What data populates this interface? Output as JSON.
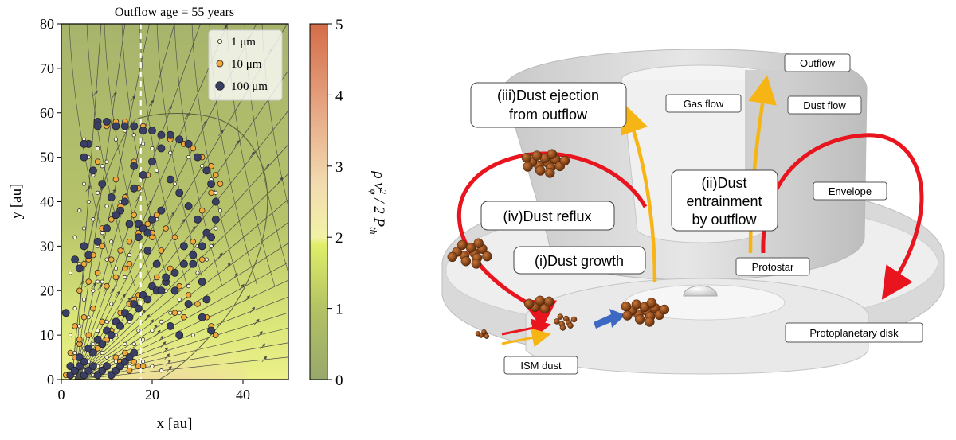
{
  "chart_data": {
    "type": "scatter",
    "title": "Outflow age = 55 years",
    "xlabel": "x [au]",
    "ylabel": "y [au]",
    "xlim": [
      0,
      50
    ],
    "ylim": [
      0,
      80
    ],
    "xticks": [
      "0",
      "20",
      "40"
    ],
    "yticks": [
      "0",
      "10",
      "20",
      "30",
      "40",
      "50",
      "60",
      "70",
      "80"
    ],
    "grid": false,
    "legend_position": "top-right",
    "dashed_line_x": 17.5,
    "series": [
      {
        "name": "1 μm",
        "color": "#fff8e0",
        "size": "small",
        "x": [
          1,
          2,
          3,
          4,
          5,
          6,
          7,
          8,
          9,
          10,
          11,
          12,
          3,
          5,
          7,
          9,
          11,
          13,
          15,
          2,
          4,
          6,
          8,
          10,
          12,
          14,
          16,
          18,
          20,
          22,
          3,
          5,
          7,
          9,
          11,
          13,
          15,
          17,
          2,
          4,
          6,
          8,
          10,
          12,
          14,
          3,
          5,
          7,
          9,
          11,
          4,
          6,
          8,
          10,
          5,
          7,
          9,
          6,
          8,
          10,
          12,
          14,
          16,
          18,
          20,
          24,
          28,
          31,
          33,
          34,
          35,
          34,
          33,
          32,
          30,
          28,
          26,
          24,
          22,
          20,
          18,
          16,
          14,
          12,
          10,
          5,
          15,
          25,
          30,
          19,
          21,
          23,
          26,
          29,
          8,
          13,
          17,
          21
        ],
        "y": [
          1,
          2,
          1,
          3,
          2,
          4,
          1,
          3,
          2,
          5,
          1,
          2,
          6,
          7,
          8,
          6,
          9,
          4,
          3,
          10,
          12,
          14,
          11,
          13,
          10,
          8,
          6,
          4,
          3,
          2,
          16,
          18,
          20,
          22,
          17,
          15,
          13,
          11,
          24,
          26,
          28,
          30,
          27,
          25,
          23,
          32,
          34,
          36,
          33,
          31,
          38,
          40,
          42,
          39,
          44,
          46,
          48,
          50,
          52,
          49,
          54,
          56,
          55,
          53,
          52,
          51,
          50,
          48,
          45,
          42,
          38,
          34,
          30,
          27,
          24,
          21,
          18,
          15,
          13,
          11,
          9,
          8,
          6,
          4,
          3,
          54,
          28,
          44,
          30,
          35,
          36,
          20,
          15,
          10,
          22,
          40,
          33,
          47
        ]
      },
      {
        "name": "10 μm",
        "color": "#f2a73b",
        "size": "medium",
        "x": [
          1,
          3,
          5,
          7,
          9,
          11,
          13,
          15,
          17,
          2,
          4,
          6,
          8,
          10,
          12,
          14,
          16,
          18,
          3,
          5,
          7,
          9,
          11,
          13,
          15,
          17,
          4,
          6,
          8,
          10,
          12,
          14,
          16,
          5,
          7,
          9,
          11,
          13,
          15,
          17,
          19,
          21,
          23,
          25,
          27,
          29,
          31,
          33,
          34,
          35,
          34,
          33,
          31,
          29,
          27,
          24,
          22,
          20,
          18,
          16,
          14,
          12,
          10,
          6,
          8,
          12,
          14,
          16,
          20,
          22,
          24,
          26,
          28,
          30,
          32,
          33,
          34,
          19,
          17,
          13,
          11,
          9,
          4,
          3,
          6,
          2,
          15,
          21,
          25,
          27,
          29,
          31,
          16,
          18,
          20
        ],
        "y": [
          1,
          2,
          1,
          3,
          2,
          1,
          4,
          2,
          3,
          6,
          8,
          10,
          7,
          9,
          5,
          6,
          4,
          3,
          12,
          14,
          16,
          13,
          11,
          15,
          17,
          19,
          20,
          22,
          24,
          21,
          23,
          25,
          18,
          26,
          28,
          30,
          27,
          29,
          31,
          33,
          35,
          37,
          34,
          32,
          30,
          28,
          38,
          42,
          40,
          44,
          46,
          48,
          50,
          52,
          53,
          54,
          55,
          56,
          57,
          57,
          58,
          58,
          57,
          53,
          49,
          45,
          41,
          37,
          33,
          29,
          25,
          21,
          19,
          17,
          14,
          12,
          10,
          46,
          43,
          39,
          36,
          34,
          9,
          5,
          27,
          3,
          26,
          23,
          15,
          14,
          31,
          27,
          49,
          46,
          32
        ]
      },
      {
        "name": "100 μm",
        "color": "#3a3f66",
        "size": "large",
        "x": [
          2,
          4,
          6,
          8,
          10,
          12,
          14,
          16,
          18,
          20,
          3,
          5,
          7,
          9,
          11,
          13,
          15,
          17,
          19,
          21,
          23,
          25,
          27,
          29,
          31,
          33,
          34,
          34,
          33,
          32,
          30,
          28,
          26,
          24,
          22,
          20,
          18,
          16,
          14,
          12,
          10,
          8,
          6,
          5,
          7,
          9,
          11,
          13,
          15,
          17,
          19,
          21,
          23,
          25,
          28,
          31,
          33,
          4,
          6,
          8,
          10,
          12,
          14,
          16,
          18,
          20,
          22,
          24,
          26,
          28,
          30,
          32,
          2,
          3,
          4,
          5,
          6,
          7,
          8,
          9,
          10,
          11,
          12,
          13,
          14,
          15,
          16,
          3,
          1,
          5,
          17,
          18,
          22,
          24,
          26,
          16,
          19,
          20,
          22,
          27,
          29,
          31,
          32,
          5,
          8
        ],
        "y": [
          3,
          5,
          7,
          9,
          11,
          13,
          15,
          17,
          19,
          21,
          2,
          4,
          6,
          8,
          10,
          12,
          14,
          16,
          18,
          20,
          22,
          24,
          26,
          28,
          30,
          32,
          36,
          40,
          44,
          47,
          50,
          53,
          54,
          55,
          55,
          56,
          56,
          57,
          57,
          57,
          58,
          58,
          53,
          50,
          47,
          44,
          41,
          38,
          35,
          32,
          29,
          26,
          23,
          20,
          17,
          14,
          11,
          25,
          28,
          31,
          34,
          37,
          40,
          43,
          46,
          49,
          52,
          45,
          42,
          39,
          36,
          33,
          1,
          2,
          3,
          1,
          2,
          3,
          1,
          2,
          3,
          1,
          2,
          3,
          4,
          5,
          6,
          27,
          15,
          30,
          35,
          34,
          20,
          12,
          10,
          48,
          33,
          36,
          38,
          30,
          26,
          22,
          18,
          53,
          57
        ]
      }
    ]
  },
  "colorbar": {
    "label": "ρ v_φ² / 2 P_th",
    "ticks": [
      "0",
      "1",
      "2",
      "3",
      "4",
      "5"
    ],
    "range": [
      0,
      5
    ],
    "colors": [
      "#98a86c",
      "#b3c263",
      "#e0ee6a",
      "#f2ee9a",
      "#efc79f",
      "#e3996f",
      "#d46c48"
    ]
  },
  "schematic": {
    "labels": {
      "outflow": "Outflow",
      "gas_flow": "Gas flow",
      "dust_flow": "Dust flow",
      "envelope": "Envelope",
      "protostar": "Protostar",
      "protoplanetary_disk": "Protoplanetary disk",
      "ism_dust": "ISM dust"
    },
    "callouts": {
      "dust_ejection_l1": "(iii)Dust ejection",
      "dust_ejection_l2": "from outflow",
      "dust_entrainment_l1": "(ii)Dust",
      "dust_entrainment_l2": "entrainment",
      "dust_entrainment_l3": "by outflow",
      "dust_reflux": "(iv)Dust reflux",
      "dust_growth": "(i)Dust growth"
    },
    "colors": {
      "dust_flow_arrow": "#e8141e",
      "gas_flow_arrow": "#f7b515",
      "growth_arrow": "#3d69c4",
      "dust_grain": "#7a3a10"
    }
  }
}
